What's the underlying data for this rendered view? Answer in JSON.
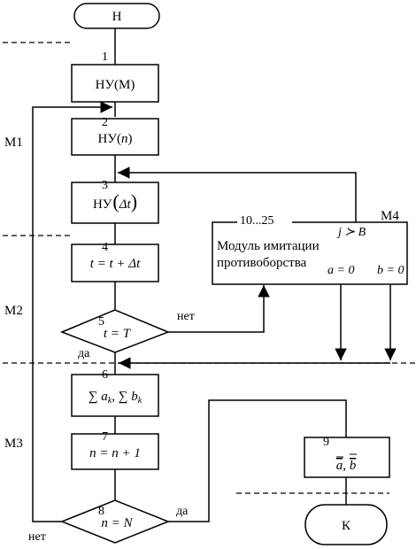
{
  "diagram": {
    "start": "Н",
    "end": "К",
    "steps": {
      "s1": {
        "num": "1",
        "text": "НУ(М)"
      },
      "s2": {
        "num": "2",
        "text_a": "НУ(",
        "text_var": "n",
        "text_b": ")"
      },
      "s3": {
        "num": "3",
        "text_a": "НУ",
        "text_var": "Δt",
        "text_b": ""
      },
      "s4": {
        "num": "4",
        "text": "t = t + Δt"
      },
      "s5": {
        "num": "5",
        "text": "t = T",
        "no": "нет",
        "yes": "да"
      },
      "s6": {
        "num": "6",
        "text": "∑ a",
        "sub1": "k",
        "sep": ", ∑ b",
        "sub2": "k"
      },
      "s7": {
        "num": "7",
        "text": "n = n + 1"
      },
      "s8": {
        "num": "8",
        "text": "n = N",
        "yes": "да",
        "no": "нет"
      },
      "s9": {
        "num": "9",
        "text_a": "a",
        "sep": ", ",
        "text_b": "b"
      }
    },
    "module": {
      "range": "10...25",
      "tag": "M4",
      "title_line1": "Модуль имитации",
      "title_line2": "противоборства",
      "condition": "j ≻ B",
      "a_zero": "a = 0",
      "b_zero": "b = 0"
    },
    "sections": {
      "m1": "M1",
      "m2": "M2",
      "m3": "M3"
    }
  }
}
